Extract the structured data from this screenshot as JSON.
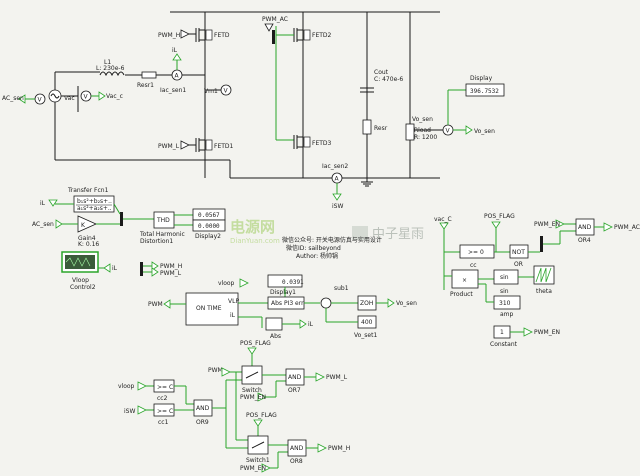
{
  "components": {
    "fetd": "FETD",
    "fetd1": "FETD1",
    "fetd2": "FETD2",
    "fetd3": "FETD3",
    "inductor_name": "L1",
    "inductor_value": "L: 230e-6",
    "resr1": "Resr1",
    "resr": "Resr",
    "cout_name": "Cout",
    "cout_value": "C: 470e-6",
    "rload_name": "Rload",
    "rload_value": "R: 1200",
    "vac": "Vac",
    "vac_c": "Vac_c",
    "ac_sen_tag": "AC_sen",
    "iac_sen1": "Iac_sen1",
    "iac_sen2": "Iac_sen2",
    "vm1": "Vm1",
    "vo_sen": "Vo_sen",
    "vo_sen_tag": "Vo_sen",
    "il_tag": "iL",
    "isw_tag": "iSW",
    "pwm_h": "PWM_H",
    "pwm_l": "PWM_L",
    "pwm_ac": "PWM_AC",
    "pwm_en": "PWM_EN",
    "pos_flag": "POS_FLAG",
    "vloop": "vloop",
    "ac_sen_in": "AC_sen"
  },
  "displays": {
    "display_title": "Display",
    "display_value": "396.7532",
    "display1_label": "Display1",
    "display1_value": "0.0391",
    "display2_label": "Display2",
    "display2_value1": "0.0567",
    "display2_value2": "0.0000"
  },
  "blocks": {
    "transfer_label": "Transfer Fcn1",
    "gain_label": "Gain4",
    "gain_value": "K: 0.16",
    "thd": "THD",
    "thd_label": "Total Harmonic Distortion1",
    "vloop_label": "Vloop",
    "control_label": "Control2",
    "on_time": "ON TIME",
    "vlp": "VLP",
    "pwm_port": "PWM",
    "il_port": "iL",
    "abs_pi": "Abs PI3 err",
    "abs": "Abs",
    "sub1": "sub1",
    "zoh": "ZOH",
    "vo_set1": "Vo_set1",
    "vo_set_value": "400",
    "cc": "cc",
    "cc1": "cc1",
    "cc2": "cc2",
    "cmp_ge0": ">= 0",
    "cmp_gec": ">= C",
    "or4": "OR4",
    "or7": "OR7",
    "or8": "OR8",
    "or9": "OR9",
    "or_not": "OR",
    "and": "AND",
    "not": "NOT",
    "product": "Product",
    "sin": "sin",
    "sin_port": "sin",
    "theta": "theta",
    "amp": "amp",
    "amp_value": "310",
    "constant_label": "Constant",
    "constant_value": "1",
    "switch": "Switch",
    "switch1": "Switch1",
    "vac_c_in": "vac_C"
  },
  "watermark": {
    "left_main": "电源网",
    "left_sub": "DianYuan.com",
    "right_main": "中子星雨",
    "note_line1": "微信公众号: 开关电源仿真与实用设计",
    "note_line2": "微信ID: sailbeyond",
    "note_line3": "Author: 杨帅锅"
  }
}
